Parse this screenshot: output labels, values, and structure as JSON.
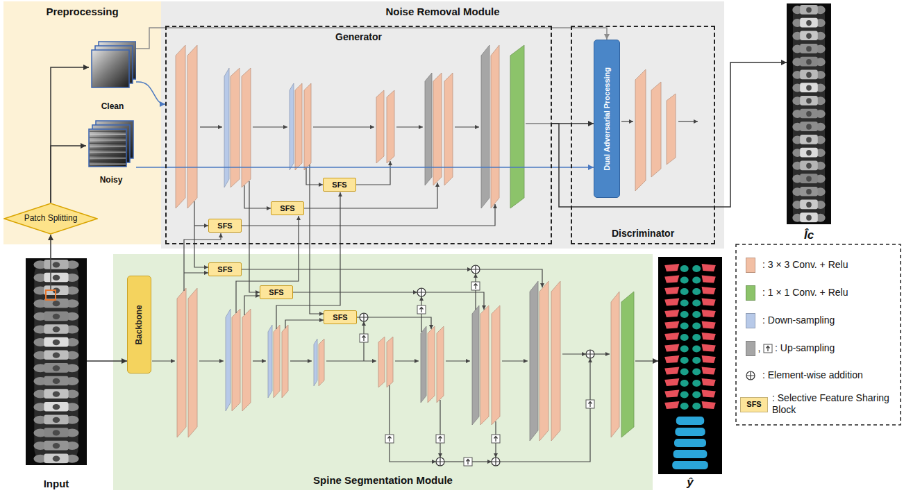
{
  "diagram": {
    "nodes": [
      {
        "text": [
          "Preprocessing"
        ]
      },
      {
        "text": [
          "Clean"
        ],
        "in": 0
      },
      {
        "text": [
          "Noisy"
        ],
        "in": 0
      },
      {
        "text": [
          "Patch Splitting"
        ],
        "in": 0
      },
      {
        "text": [
          "Noise Removal Module"
        ]
      },
      {
        "text": [
          "Generator"
        ],
        "in": 4
      },
      {
        "text": [
          "SFS"
        ],
        "in": 5
      },
      {
        "text": [
          "SFS"
        ],
        "in": 5
      },
      {
        "text": [
          "SFS"
        ],
        "in": 5
      },
      {
        "text": [
          "Discriminator"
        ],
        "in": 4
      },
      {
        "text": [
          "Dual Adversarial Processing"
        ],
        "in": 9
      },
      {
        "text": [
          "Îc"
        ]
      },
      {
        "text": [
          "Input"
        ]
      },
      {
        "text": [
          "Spine Segmentation Module"
        ]
      },
      {
        "text": [
          "Backbone"
        ],
        "in": 13
      },
      {
        "text": [
          "SFS"
        ],
        "in": 13
      },
      {
        "text": [
          "SFS"
        ],
        "in": 13
      },
      {
        "text": [
          "SFS"
        ],
        "in": 13
      },
      {
        "text": [
          "ŷ"
        ]
      }
    ],
    "edges": [
      {
        "from": 12,
        "to": 3,
        "arrow": "to"
      },
      {
        "from": 3,
        "to": 1,
        "arrow": "to"
      },
      {
        "from": 3,
        "to": 2,
        "arrow": "to"
      },
      {
        "from": 1,
        "to": 5,
        "arrow": "to"
      },
      {
        "from": 1,
        "to": 10,
        "arrow": "to"
      },
      {
        "from": 2,
        "to": 10,
        "arrow": "to"
      },
      {
        "from": 5,
        "to": 10,
        "arrow": "to"
      },
      {
        "from": 5,
        "to": 11,
        "arrow": "to"
      },
      {
        "from": 12,
        "to": 14,
        "arrow": "to"
      },
      {
        "from": 13,
        "to": 18,
        "arrow": "to"
      }
    ],
    "labels": [
      ",",
      "SFS"
    ],
    "legend": [
      {
        "text": ": 3 × 3 Conv. + Relu",
        "color": "#f2bfa4"
      },
      {
        "text": ": 1 × 1 Conv. + Relu",
        "color": "#8cc36a"
      },
      {
        "text": ": Down-sampling",
        "color": "#b7c9e8"
      },
      {
        "text": ": Up-sampling",
        "color": "#a6a6a6"
      },
      {
        "text": ": Element-wise addition"
      },
      {
        "text": ": Selective Feature Sharing Block",
        "color": "#fde59a"
      }
    ]
  }
}
